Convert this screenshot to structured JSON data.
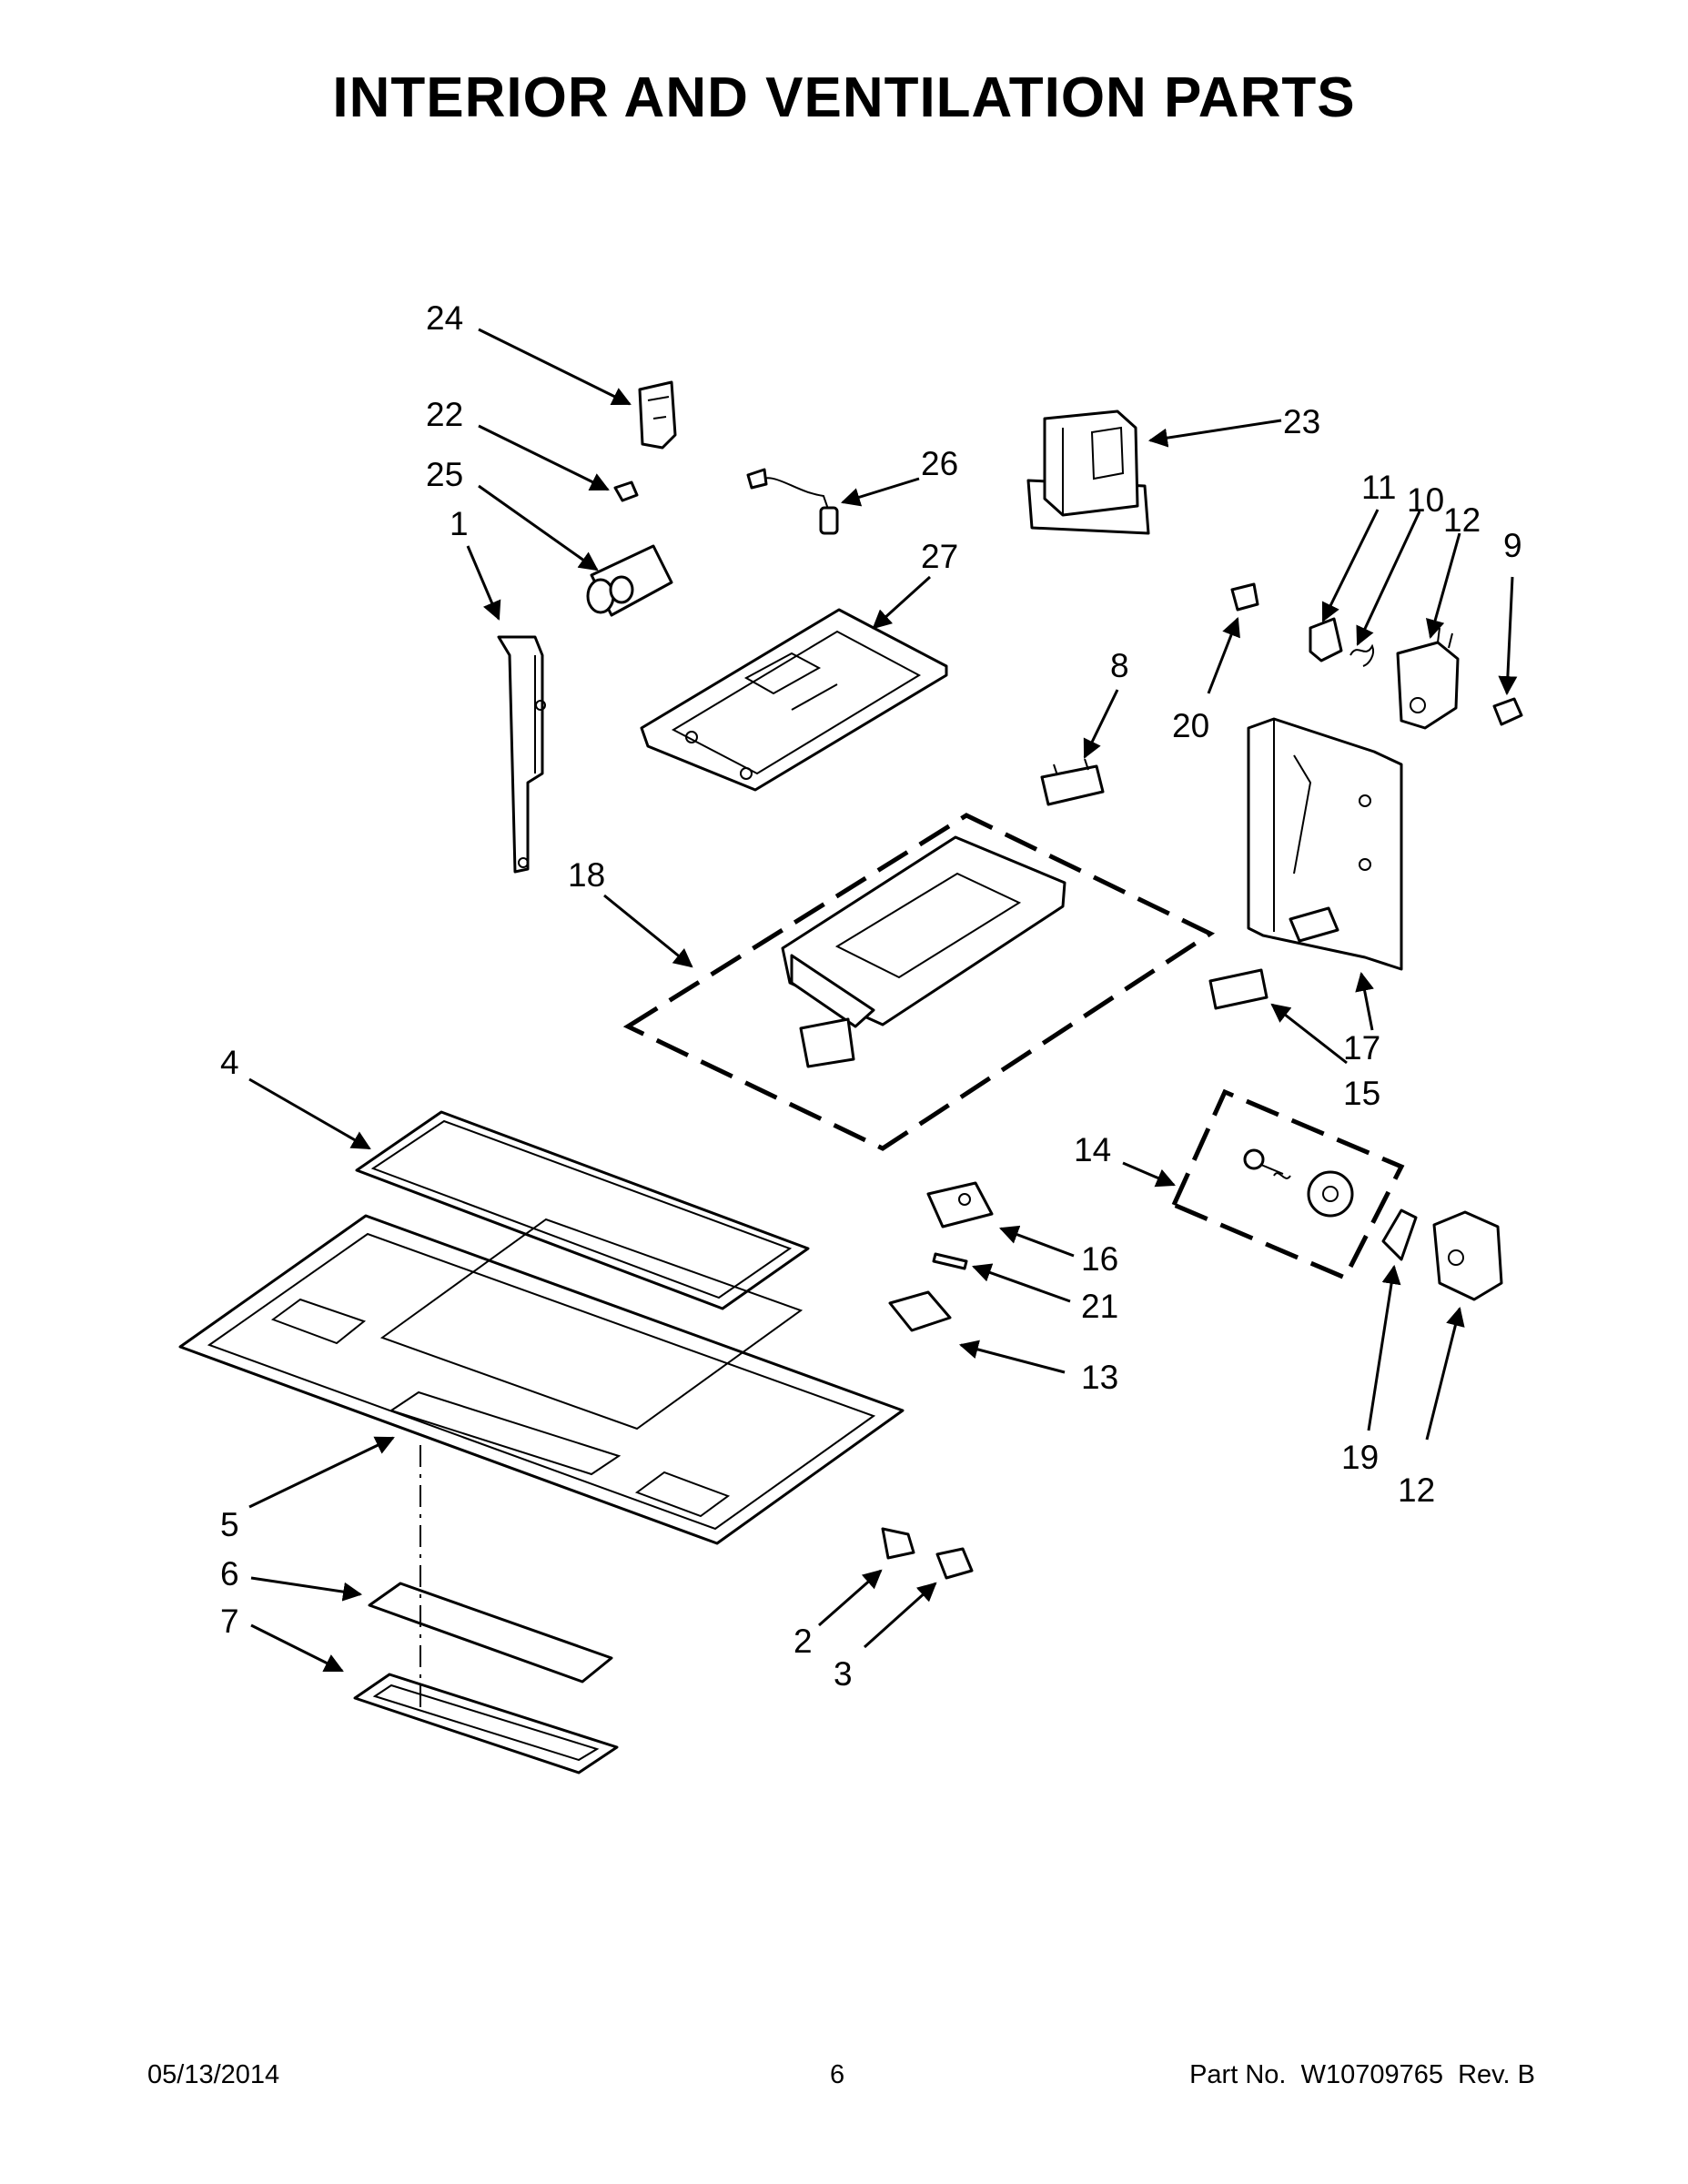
{
  "title": "INTERIOR AND VENTILATION PARTS",
  "callouts": [
    "24",
    "22",
    "25",
    "1",
    "26",
    "27",
    "23",
    "11",
    "10",
    "12",
    "9",
    "8",
    "20",
    "18",
    "17",
    "15",
    "4",
    "14",
    "16",
    "21",
    "13",
    "19",
    "12",
    "5",
    "6",
    "7",
    "2",
    "3"
  ],
  "footer": {
    "date": "05/13/2014",
    "page": "6",
    "part_label": "Part No.",
    "part_no": "W10709765",
    "rev_label": "Rev.",
    "rev": "B"
  }
}
